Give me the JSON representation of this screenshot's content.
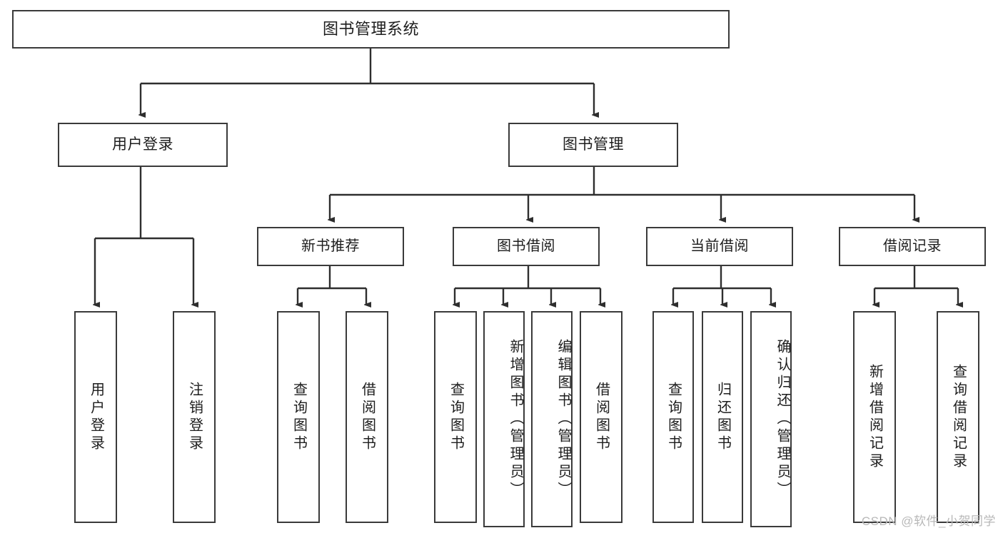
{
  "diagram": {
    "type": "tree-hierarchy",
    "title": "图书管理系统",
    "watermark": "CSDN @软件_小贺同学",
    "colors": {
      "box_border": "#3a3a3a",
      "box_fill": "#ffffff",
      "connector": "#2e2e2e",
      "text": "#1d1d1d",
      "watermark": "#b8b8b8"
    },
    "nodes": {
      "root": {
        "label": "图书管理系统",
        "level": 1
      },
      "user_login": {
        "label": "用户登录",
        "level": 2
      },
      "book_manage": {
        "label": "图书管理",
        "level": 2
      },
      "new_book_rec": {
        "label": "新书推荐",
        "level": 3
      },
      "book_borrow": {
        "label": "图书借阅",
        "level": 3
      },
      "current_borrow": {
        "label": "当前借阅",
        "level": 3
      },
      "borrow_record": {
        "label": "借阅记录",
        "level": 3
      },
      "leaf_user_login": {
        "label": "用户登录",
        "level": 4
      },
      "leaf_logout_login": {
        "label": "注销登录",
        "level": 4
      },
      "leaf_query_book_1": {
        "label": "查询图书",
        "level": 4
      },
      "leaf_borrow_book_1": {
        "label": "借阅图书",
        "level": 4
      },
      "leaf_query_book_2": {
        "label": "查询图书",
        "level": 4
      },
      "leaf_add_book": {
        "label": "新增图书（管理员）",
        "level": 4
      },
      "leaf_edit_book": {
        "label": "编辑图书（管理员）",
        "level": 4
      },
      "leaf_borrow_book_2": {
        "label": "借阅图书",
        "level": 4
      },
      "leaf_query_book_3": {
        "label": "查询图书",
        "level": 4
      },
      "leaf_return_book": {
        "label": "归还图书",
        "level": 4
      },
      "leaf_confirm_return": {
        "label": "确认归还（管理员）",
        "level": 4
      },
      "leaf_add_record": {
        "label": "新增借阅记录",
        "level": 4
      },
      "leaf_query_record": {
        "label": "查询借阅记录",
        "level": 4
      }
    },
    "edges": [
      {
        "from": "root",
        "to": "user_login"
      },
      {
        "from": "root",
        "to": "book_manage"
      },
      {
        "from": "book_manage",
        "to": "new_book_rec"
      },
      {
        "from": "book_manage",
        "to": "book_borrow"
      },
      {
        "from": "book_manage",
        "to": "current_borrow"
      },
      {
        "from": "book_manage",
        "to": "borrow_record"
      },
      {
        "from": "user_login",
        "to": "leaf_user_login"
      },
      {
        "from": "user_login",
        "to": "leaf_logout_login"
      },
      {
        "from": "new_book_rec",
        "to": "leaf_query_book_1"
      },
      {
        "from": "new_book_rec",
        "to": "leaf_borrow_book_1"
      },
      {
        "from": "book_borrow",
        "to": "leaf_query_book_2"
      },
      {
        "from": "book_borrow",
        "to": "leaf_add_book"
      },
      {
        "from": "book_borrow",
        "to": "leaf_edit_book"
      },
      {
        "from": "book_borrow",
        "to": "leaf_borrow_book_2"
      },
      {
        "from": "current_borrow",
        "to": "leaf_query_book_3"
      },
      {
        "from": "current_borrow",
        "to": "leaf_return_book"
      },
      {
        "from": "current_borrow",
        "to": "leaf_confirm_return"
      },
      {
        "from": "borrow_record",
        "to": "leaf_add_record"
      },
      {
        "from": "borrow_record",
        "to": "leaf_query_record"
      }
    ]
  }
}
